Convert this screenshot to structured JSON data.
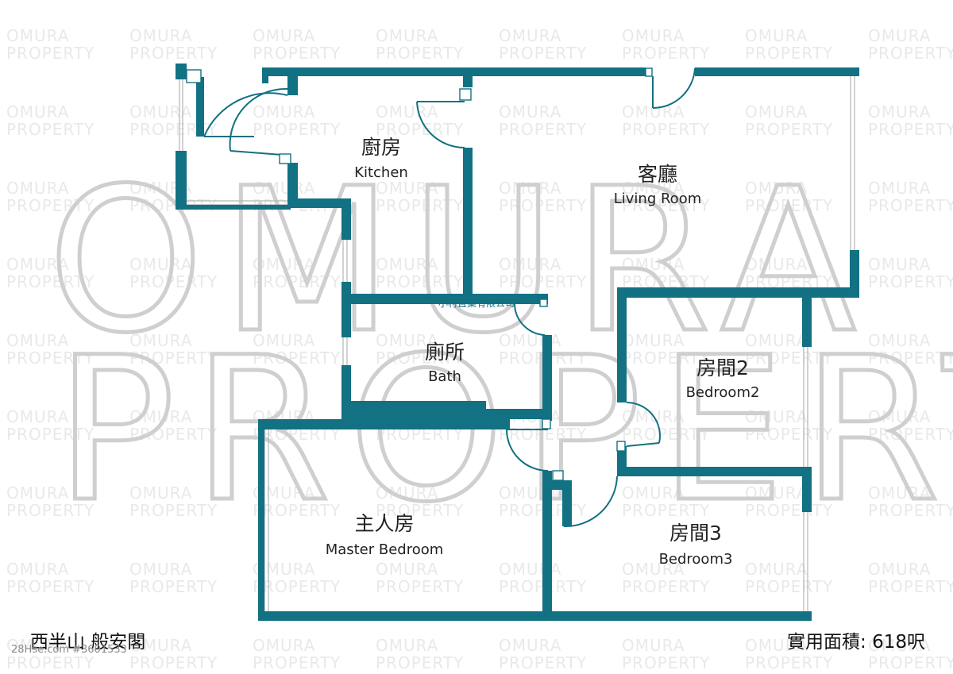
{
  "watermark": {
    "brand_line1": "OMURA",
    "brand_line2": "PROPERTY"
  },
  "company_name": "小村置業有限公司",
  "rooms": [
    {
      "id": "kitchen",
      "name_zh": "廚房",
      "name_en": "Kitchen"
    },
    {
      "id": "living-room",
      "name_zh": "客廳",
      "name_en": "Living Room"
    },
    {
      "id": "bath",
      "name_zh": "廁所",
      "name_en": "Bath"
    },
    {
      "id": "bedroom2",
      "name_zh": "房間2",
      "name_en": "Bedroom2"
    },
    {
      "id": "master-bedroom",
      "name_zh": "主人房",
      "name_en": "Master Bedroom"
    },
    {
      "id": "bedroom3",
      "name_zh": "房間3",
      "name_en": "Bedroom3"
    }
  ],
  "footer": {
    "estate": "西半山 般安閣",
    "source_ref": "28Hse.com #3601533",
    "area_label": "實用面積: 618呎"
  },
  "colors": {
    "wall": "#127183",
    "watermark": "#cfcfcf"
  }
}
